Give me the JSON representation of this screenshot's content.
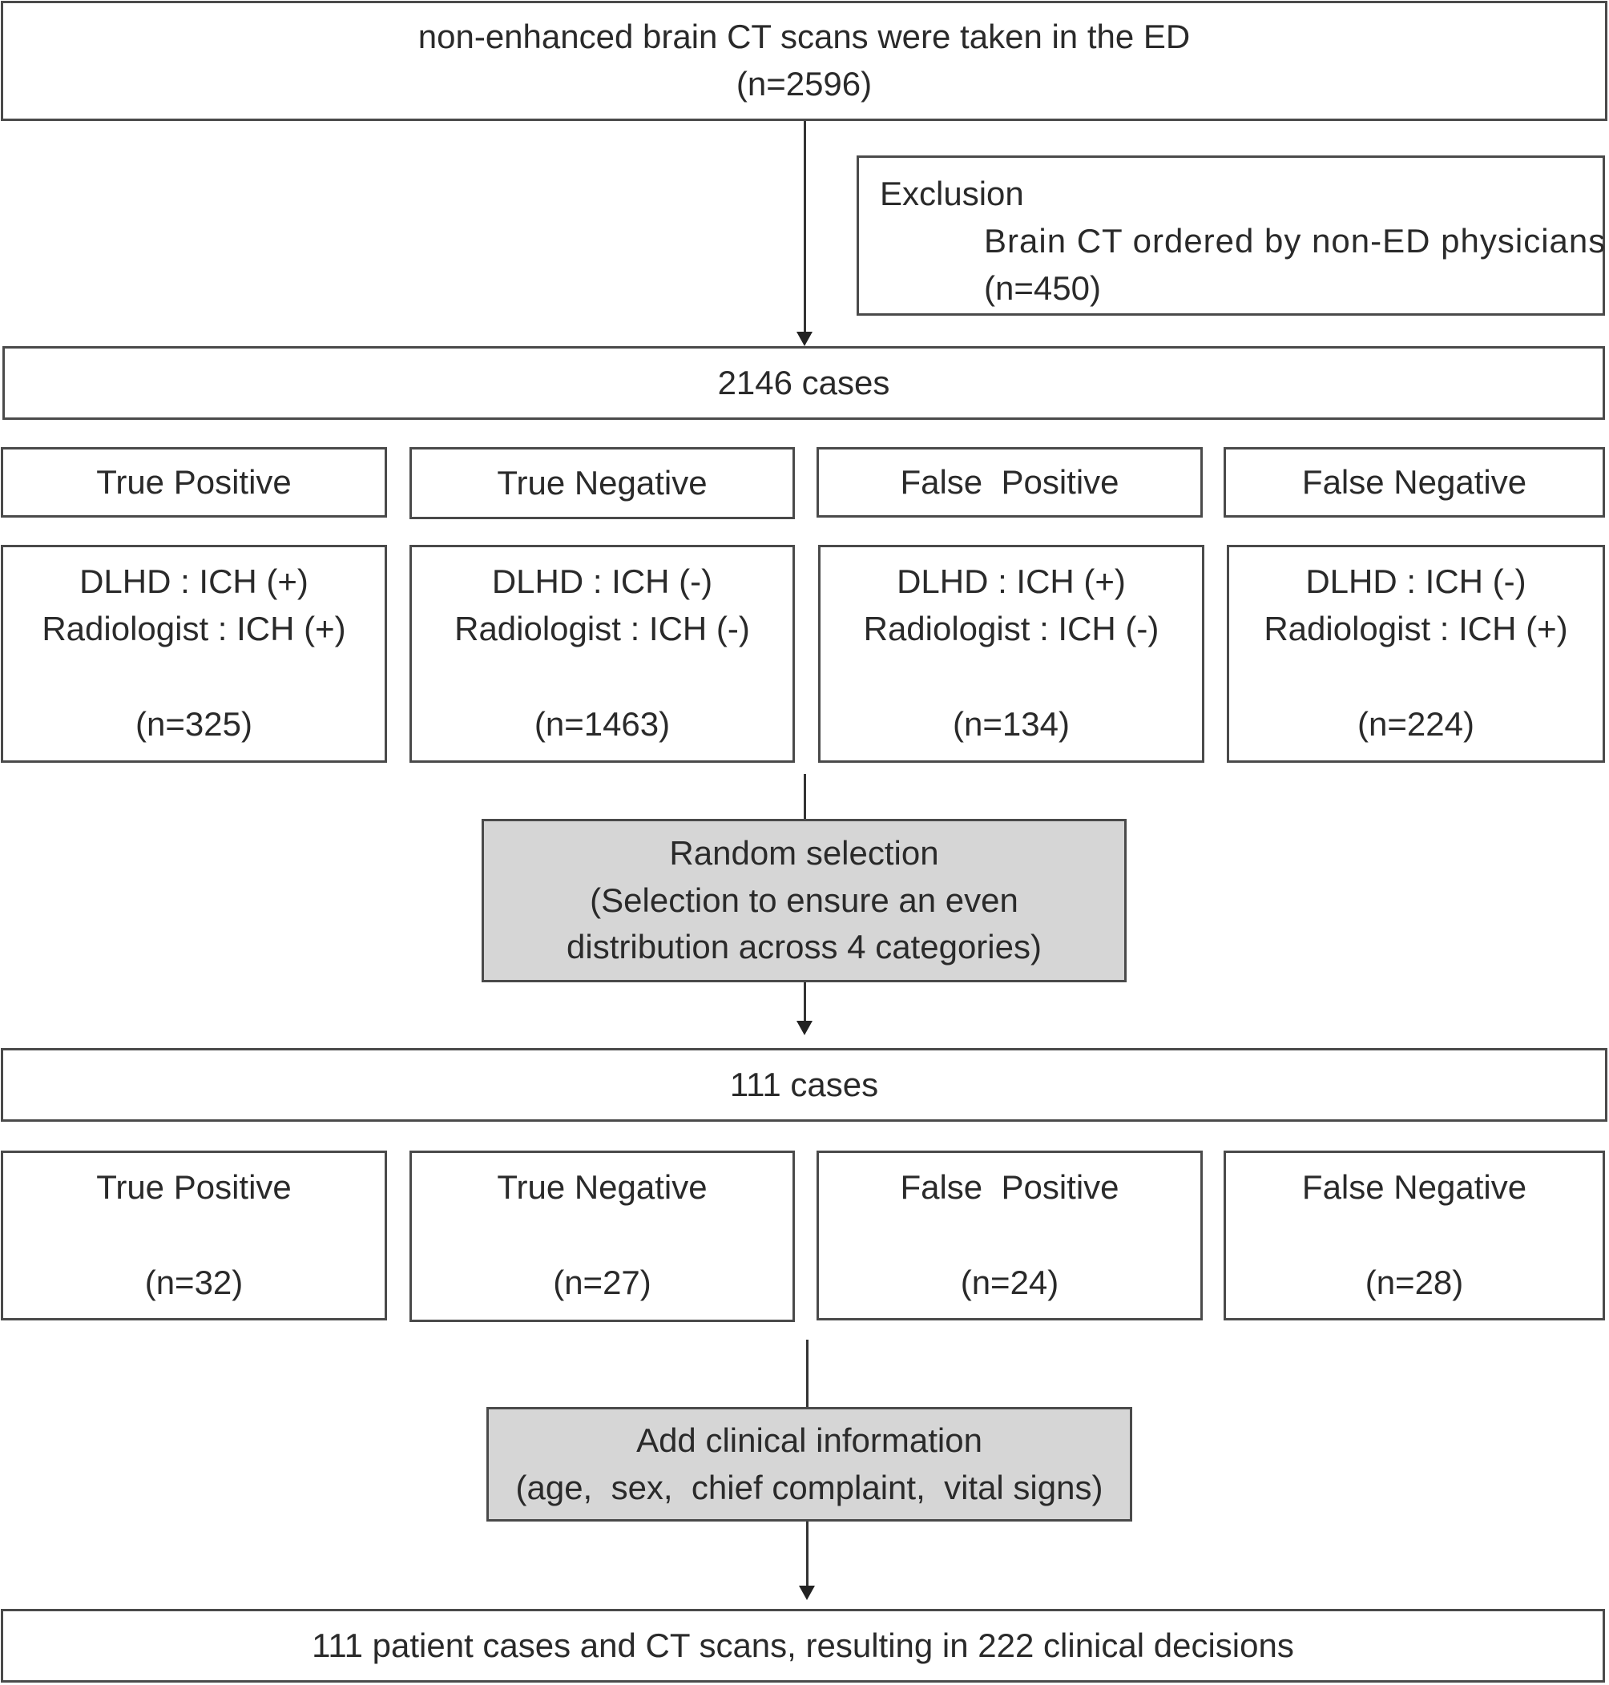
{
  "top": {
    "line1": "non-enhanced brain CT scans were taken in the ED",
    "line2": "(n=2596)"
  },
  "exclusion": {
    "title": "Exclusion",
    "reason": "Brain CT ordered by non-ED physicians",
    "count": "(n=450)"
  },
  "stage1": {
    "total": "2146 cases",
    "categories": [
      {
        "label": "True Positive",
        "dlhd": "DLHD : ICH (+)",
        "radiologist": "Radiologist : ICH (+)",
        "count": "(n=325)"
      },
      {
        "label": "True Negative",
        "dlhd": "DLHD : ICH (-)",
        "radiologist": "Radiologist : ICH (-)",
        "count": "(n=1463)"
      },
      {
        "label": "False  Positive",
        "dlhd": "DLHD : ICH (+)",
        "radiologist": "Radiologist : ICH (-)",
        "count": "(n=134)"
      },
      {
        "label": "False Negative",
        "dlhd": "DLHD : ICH (-)",
        "radiologist": "Radiologist : ICH (+)",
        "count": "(n=224)"
      }
    ]
  },
  "random_selection": {
    "line1": "Random selection",
    "line2": "(Selection to ensure an even",
    "line3": "distribution across 4 categories)"
  },
  "stage2": {
    "total": "111 cases",
    "categories": [
      {
        "label": "True Positive",
        "count": "(n=32)"
      },
      {
        "label": "True Negative",
        "count": "(n=27)"
      },
      {
        "label": "False  Positive",
        "count": "(n=24)"
      },
      {
        "label": "False Negative",
        "count": "(n=28)"
      }
    ]
  },
  "clinical_info": {
    "line1": "Add clinical information",
    "line2": "(age,  sex,  chief complaint,  vital signs)"
  },
  "final": {
    "text": "111 patient cases and CT scans, resulting in 222 clinical decisions"
  },
  "colors": {
    "border": "#4a4a4a",
    "shaded_fill": "#d6d6d6",
    "text": "#2a2a2a"
  }
}
